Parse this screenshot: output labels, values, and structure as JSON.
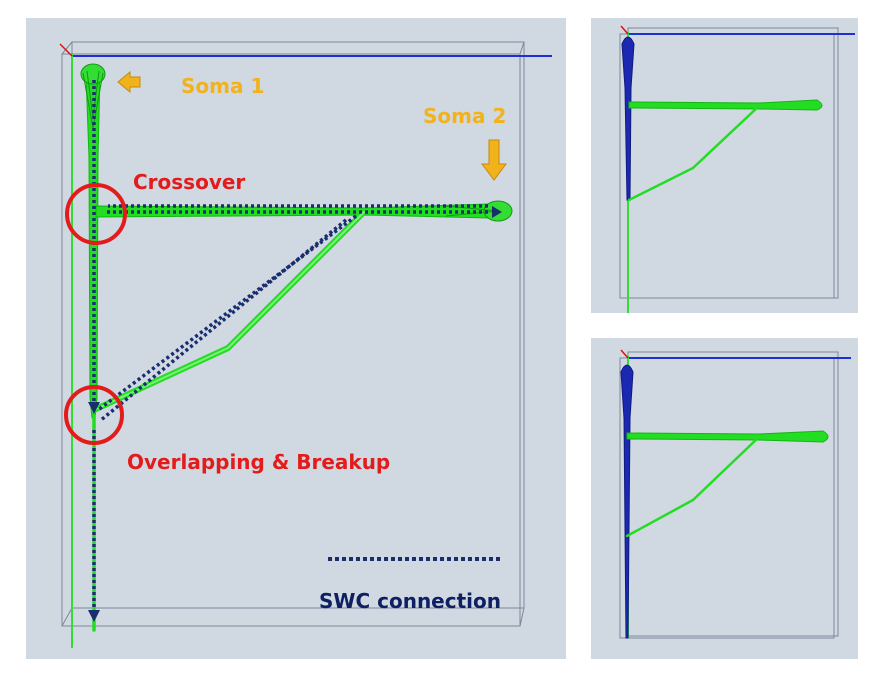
{
  "labels": {
    "soma1": "Soma 1",
    "soma2": "Soma 2",
    "crossover": "Crossover",
    "overlap": "Overlapping & Breakup",
    "legend": "SWC connection"
  },
  "colors": {
    "panel_bg": "#d0d8e2",
    "neurite_green": "#22dd22",
    "swc_dots": "#1a2e6e",
    "soma_orange": "#f2b21c",
    "highlight_red": "#e41b1b",
    "axis_blue": "#1f2fd6",
    "axis_green": "#33dd33",
    "axis_red": "#e01010",
    "box_gray": "#7c8799"
  }
}
